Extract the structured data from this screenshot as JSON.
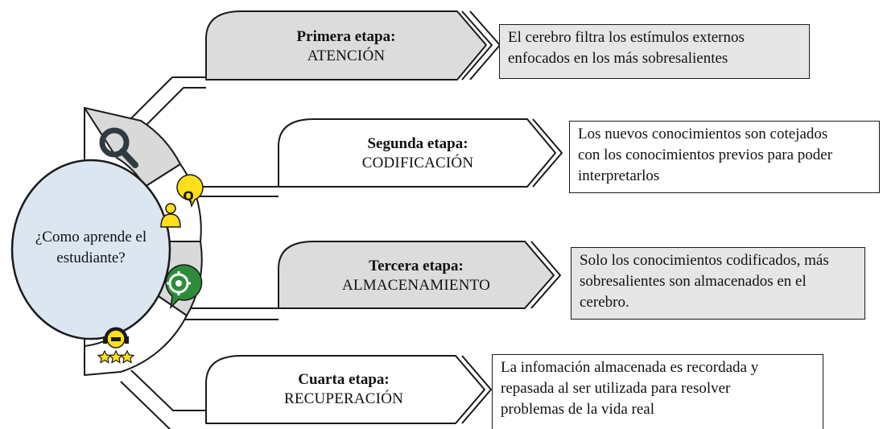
{
  "center": {
    "line1": "¿Como aprende el",
    "line2": "estudiante?"
  },
  "stages": [
    {
      "title": "Primera etapa:",
      "subtitle": "ATENCIÓN",
      "icon": "magnifier-icon",
      "description": [
        "El cerebro filtra los estímulos externos",
        "enfocados en los más sobresalientes"
      ]
    },
    {
      "title": "Segunda etapa:",
      "subtitle": "CODIFICACIÓN",
      "icon": "person-speech-icon",
      "description": [
        "Los nuevos conocimientos son cotejados",
        "con los conocimientos previos para poder",
        "interpretarlos"
      ]
    },
    {
      "title": "Tercera etapa:",
      "subtitle": "ALMACENAMIENTO",
      "icon": "gear-chat-icon",
      "description": [
        "Solo los conocimientos codificados, más",
        "sobresalientes son almacenados en el",
        "cerebro."
      ]
    },
    {
      "title": "Cuarta etapa:",
      "subtitle": "RECUPERACIÓN",
      "icon": "headset-stars-icon",
      "description": [
        "La infomación almacenada es recordada y",
        "repasada al ser utilizada para resolver",
        "problemas de la vida real"
      ]
    }
  ],
  "colors": {
    "ring_fill": "#d9d9d9",
    "center_fill": "#dbe6f1",
    "outline": "#1a1a1a",
    "icon_yellow": "#ffdf1c",
    "icon_green": "#2e8b3a",
    "icon_dark": "#2e3b40"
  }
}
